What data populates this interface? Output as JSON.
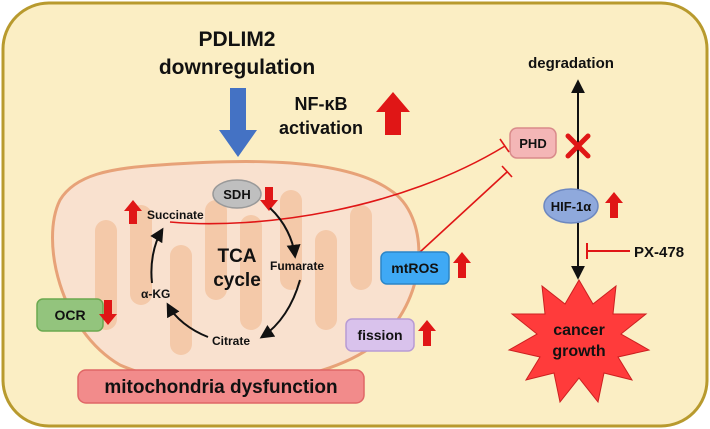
{
  "colors": {
    "cell_fill": "#fbeec4",
    "cell_stroke": "#b89a2e",
    "mito_fill": "#f9e1cf",
    "mito_stroke": "#e7a278",
    "cristae": "#f4c9a9",
    "up_arrow": "#e01616",
    "down_arrow": "#e01616",
    "blue_arrow": "#4472c4",
    "inhibit_line": "#e01616",
    "sdh_fill": "#bfbfbf",
    "phd_fill": "#f4b6b6",
    "hif_fill": "#8fa9dc",
    "mtros_fill": "#3fa9f5",
    "fission_fill": "#d9c2ec",
    "ocr_fill": "#93c47d",
    "dysfunction_fill": "#f28b8b",
    "burst_fill": "#ff3b3b"
  },
  "labels": {
    "pdlim2_line1": "PDLIM2",
    "pdlim2_line2": "downregulation",
    "nfkb_line1": "NF-κB",
    "nfkb_line2": "activation",
    "degradation": "degradation",
    "phd": "PHD",
    "hif": "HIF-1α",
    "px478": "PX-478",
    "cancer_line1": "cancer",
    "cancer_line2": "growth",
    "sdh": "SDH",
    "succinate": "Succinate",
    "fumarate": "Fumarate",
    "citrate": "Citrate",
    "akg": "α-KG",
    "tca_line1": "TCA",
    "tca_line2": "cycle",
    "mtros": "mtROS",
    "fission": "fission",
    "ocr": "OCR",
    "dysfunction": "mitochondria dysfunction"
  }
}
